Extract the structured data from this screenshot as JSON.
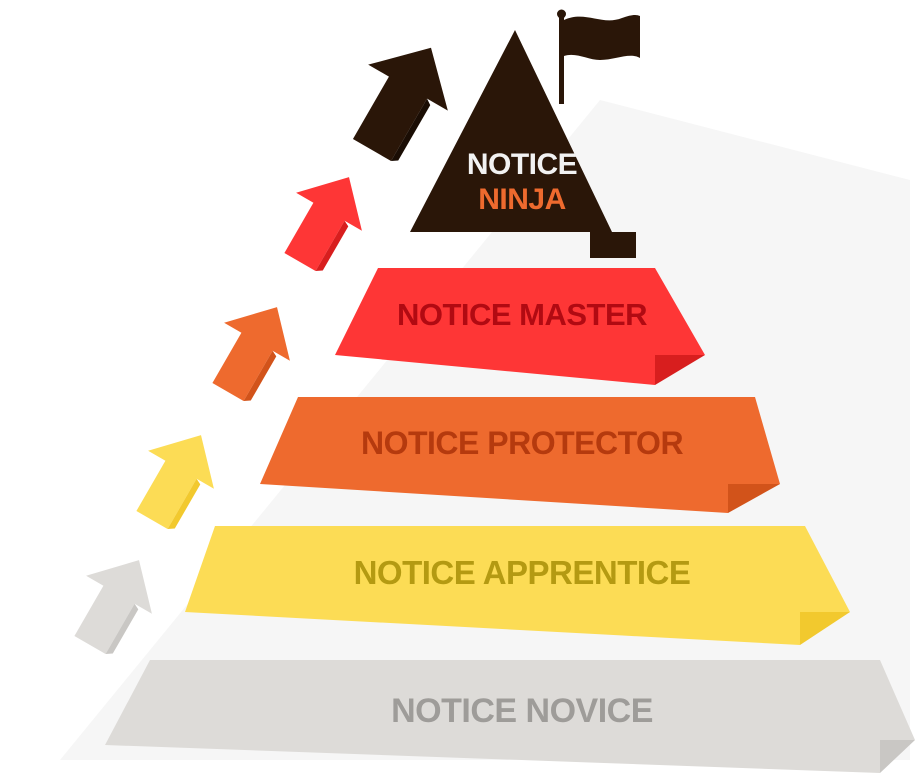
{
  "levels": {
    "ninja": {
      "line1": "NOTICE",
      "line2": "NINJA",
      "color": "#2a1608",
      "text_color_1": "#f2f2f2",
      "text_color_2": "#ee6a2e"
    },
    "master": {
      "label": "NOTICE MASTER",
      "color": "#fe3636",
      "text_color": "#b10a12"
    },
    "protector": {
      "label": "NOTICE PROTECTOR",
      "color": "#ee6a2e",
      "text_color": "#b53a0e"
    },
    "apprentice": {
      "label": "NOTICE APPRENTICE",
      "color": "#fcdc55",
      "text_color": "#b49a12"
    },
    "novice": {
      "label": "NOTICE NOVICE",
      "color": "#dddbd8",
      "text_color": "#9e9c99"
    }
  },
  "background_color": "#f7f7f7",
  "flag_icon": "flag-icon",
  "arrow_icons": [
    "arrow-up-right-icon"
  ]
}
